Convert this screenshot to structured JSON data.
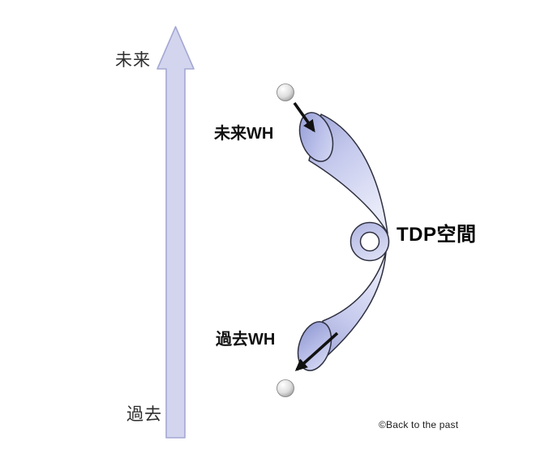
{
  "diagram": {
    "timeline": {
      "future_label": "未来",
      "past_label": "過去"
    },
    "wormholes": {
      "future_wh_label": "未来WH",
      "past_wh_label": "過去WH",
      "tdp_label": "TDP空間"
    },
    "copyright": "©Back to the past",
    "colors": {
      "background": "#ffffff",
      "timeline_arrow_fill": "#d3d5ef",
      "timeline_arrow_stroke": "#a4a8d3",
      "funnel_light": "#e6e8f8",
      "funnel_dark": "#a9aede",
      "outline": "#2f3040",
      "pointer_arrow": "#111111",
      "sphere_light": "#ffffff",
      "sphere_dark": "#8f8f8f",
      "text": "#2e2e2e"
    },
    "icons": {
      "timeline_arrow": "up-arrow",
      "entry_arrow": "down-right-arrow",
      "exit_arrow": "down-left-arrow"
    }
  }
}
